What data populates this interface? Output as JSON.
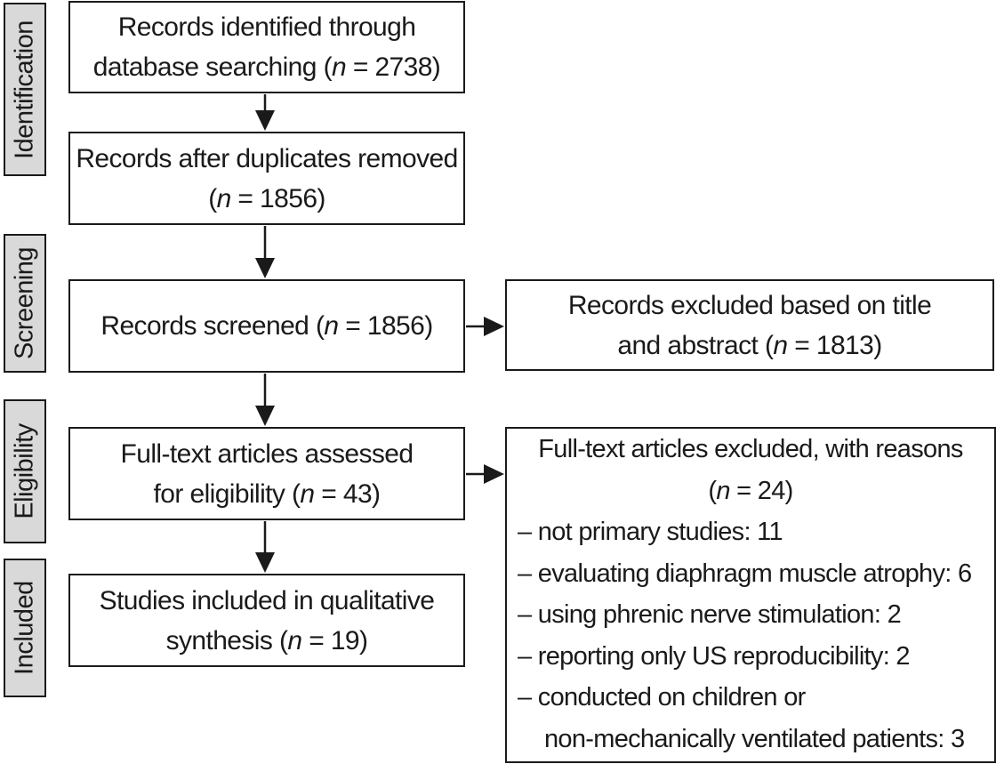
{
  "stages": {
    "identification": "Identification",
    "screening": "Screening",
    "eligibility": "Eligibility",
    "included": "Included"
  },
  "boxes": {
    "identified": {
      "line1": "Records identified through",
      "line2_prefix": "database searching (",
      "n_var": "n",
      "line2_suffix": " = 2738)"
    },
    "deduplicated": {
      "line1": "Records after duplicates removed",
      "line2_prefix": "(",
      "n_var": "n",
      "line2_suffix": " = 1856)"
    },
    "screened": {
      "line1_prefix": "Records screened (",
      "n_var": "n",
      "line1_suffix": " = 1856)"
    },
    "excluded_title": {
      "line1": "Records excluded based on title",
      "line2_prefix": "and abstract (",
      "n_var": "n",
      "line2_suffix": " = 1813)"
    },
    "fulltext": {
      "line1": "Full-text articles assessed",
      "line2_prefix": "for eligibility (",
      "n_var": "n",
      "line2_suffix": " = 43)"
    },
    "included": {
      "line1": "Studies included in qualitative",
      "line2_prefix": "synthesis (",
      "n_var": "n",
      "line2_suffix": " = 19)"
    }
  },
  "exclusions": {
    "header": "Full-text articles excluded, with reasons",
    "count_prefix": "(",
    "n_var": "n",
    "count_suffix": " = 24)",
    "reasons": [
      "– not primary studies: 11",
      "– evaluating diaphragm muscle atrophy: 6",
      "– using phrenic nerve stimulation: 2",
      "– reporting only US reproducibility: 2",
      "– conducted on children or"
    ],
    "reason_continuation": "non-mechanically ventilated patients: 3"
  }
}
